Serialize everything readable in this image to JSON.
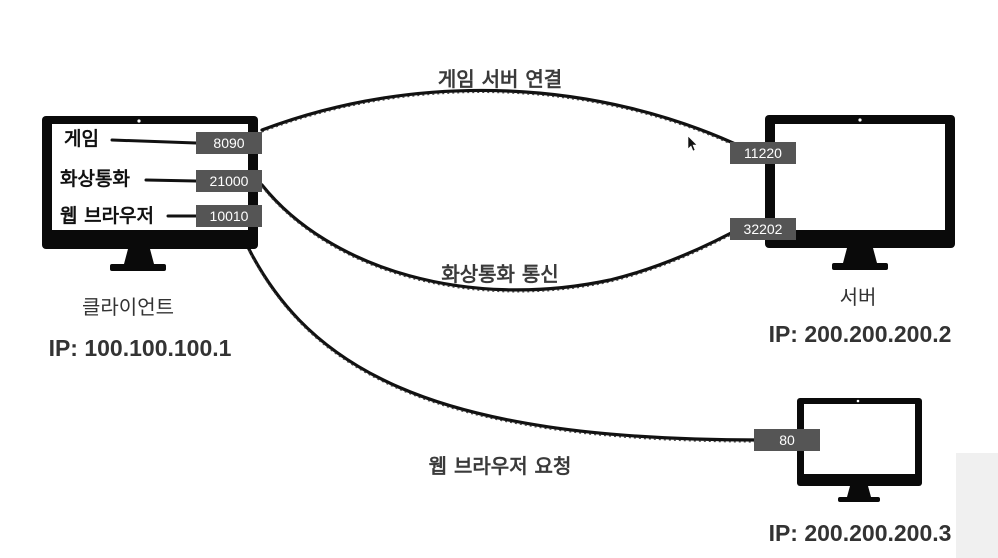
{
  "connections": {
    "game": "게임 서버 연결",
    "video": "화상통화 통신",
    "web": "웹 브라우저 요청"
  },
  "client": {
    "apps": [
      "게임",
      "화상통화",
      "웹 브라우저"
    ],
    "ports": [
      "8090",
      "21000",
      "10010"
    ],
    "name": "클라이언트",
    "ip": "IP: 100.100.100.1"
  },
  "server": {
    "ports": [
      "11220",
      "32202"
    ],
    "name": "서버",
    "ip": "IP: 200.200.200.2"
  },
  "web_server": {
    "port": "80",
    "ip": "IP: 200.200.200.3"
  },
  "colors": {
    "monitor": "#0a0a0a",
    "port_box": "#555555",
    "rope": "#111111"
  }
}
